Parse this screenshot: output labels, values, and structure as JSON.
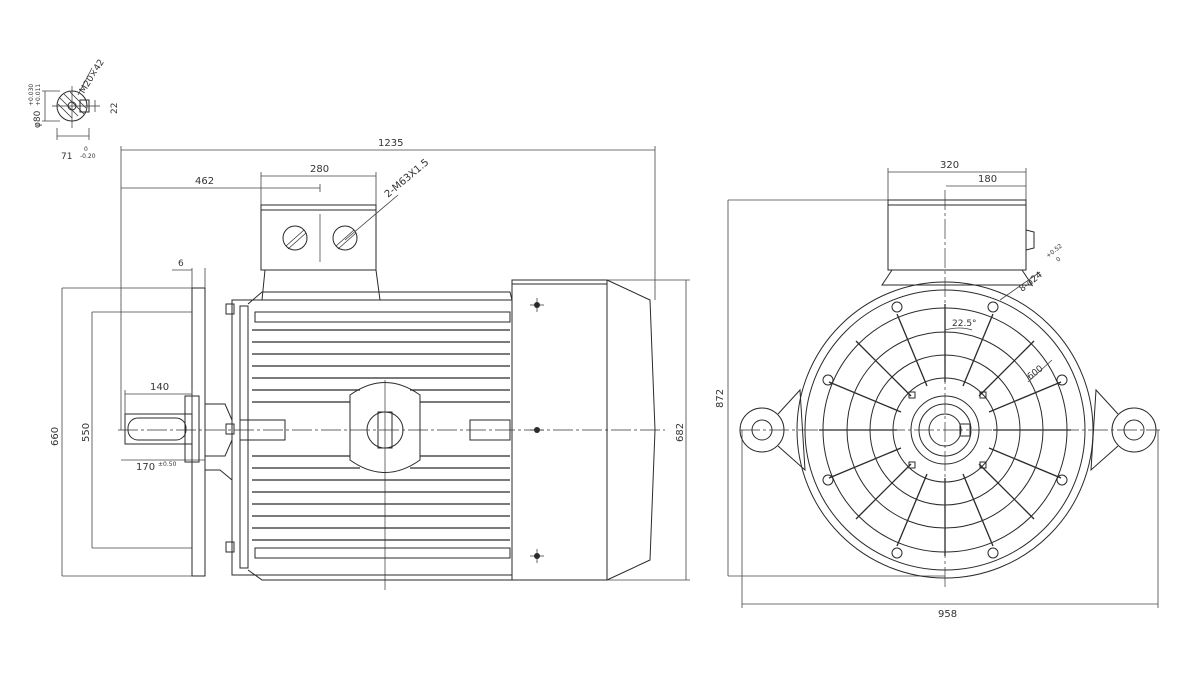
{
  "drawing": {
    "shaft_section": {
      "diameter": "φ80",
      "diameter_tol_upper": "+0.030",
      "diameter_tol_lower": "+0.011",
      "thread": "M20×42",
      "key_width": "22",
      "key_depth": "71",
      "key_depth_tol_upper": "0",
      "key_depth_tol_lower": "-0.20"
    },
    "side_view": {
      "overall_length": "1235",
      "shaft_to_box": "462",
      "terminal_box_width": "280",
      "cable_glands": "2-M63X1.5",
      "flange_thickness": "6",
      "flange_height": "660",
      "spigot_diameter": "550",
      "shaft_length": "140",
      "shaft_extension": "170",
      "shaft_extension_tol": "±0.50",
      "overall_height": "682"
    },
    "end_view": {
      "box_width": "320",
      "box_offset": "180",
      "holes": "8-φ24",
      "holes_tol_upper": "+0.52",
      "holes_tol_lower": "0",
      "angle": "22.5°",
      "pcd": "600",
      "overall_height": "872",
      "overall_width": "958"
    }
  },
  "colors": {
    "line": "#2a2a2a",
    "text": "#333333",
    "background": "#ffffff"
  }
}
